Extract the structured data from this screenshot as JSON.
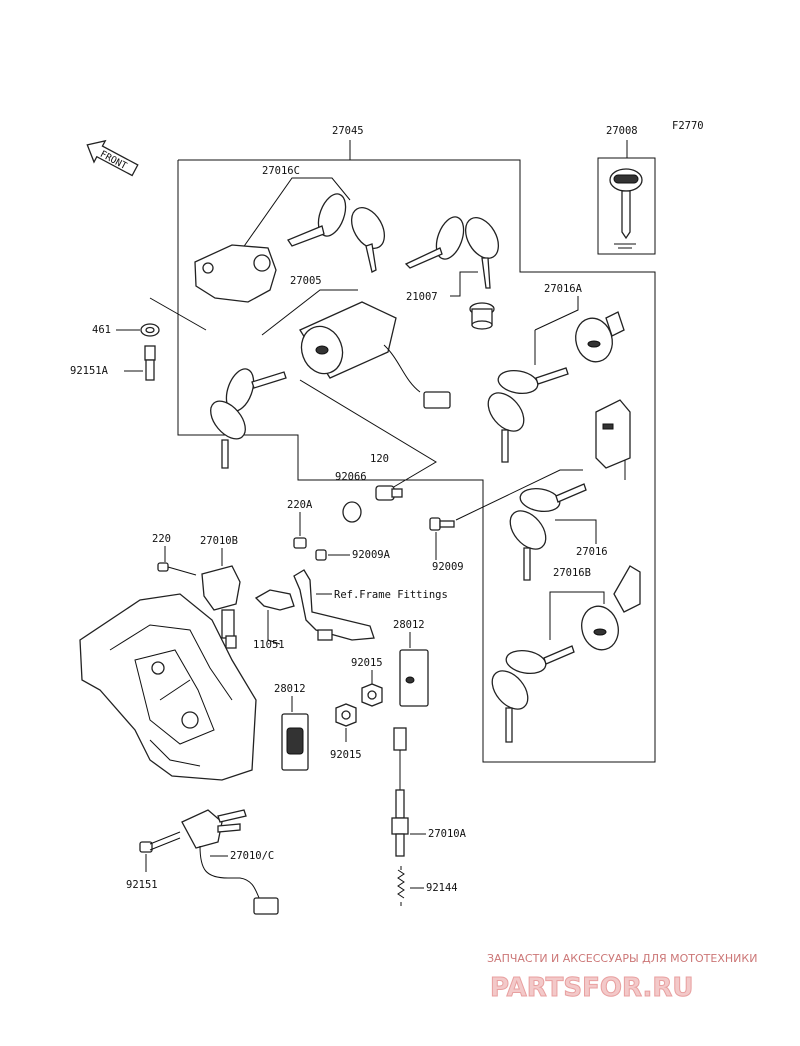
{
  "figure_code": "F2770",
  "front_label": "FRONT",
  "labels": {
    "p27045": "27045",
    "p27016c": "27016C",
    "p27005": "27005",
    "p21007": "21007",
    "p27016a": "27016A",
    "p27008": "27008",
    "p461": "461",
    "p92151a": "92151A",
    "p120": "120",
    "p92066": "92066",
    "p220a": "220A",
    "p220": "220",
    "p27010b": "27010B",
    "p92009a": "92009A",
    "p92009": "92009",
    "p27016": "27016",
    "p27016b": "27016B",
    "ref_frame": "Ref.Frame Fittings",
    "p11051": "11051",
    "p28012a": "28012",
    "p28012b": "28012",
    "p92015a": "92015",
    "p92015b": "92015",
    "p27010a": "27010A",
    "p27010c": "27010/C",
    "p92151": "92151",
    "p92144": "92144"
  },
  "watermark": {
    "line1": "ЗАПЧАСТИ И АКСЕССУАРЫ ДЛЯ МОТОТЕХНИКИ",
    "line2": "PARTSFOR.RU"
  }
}
